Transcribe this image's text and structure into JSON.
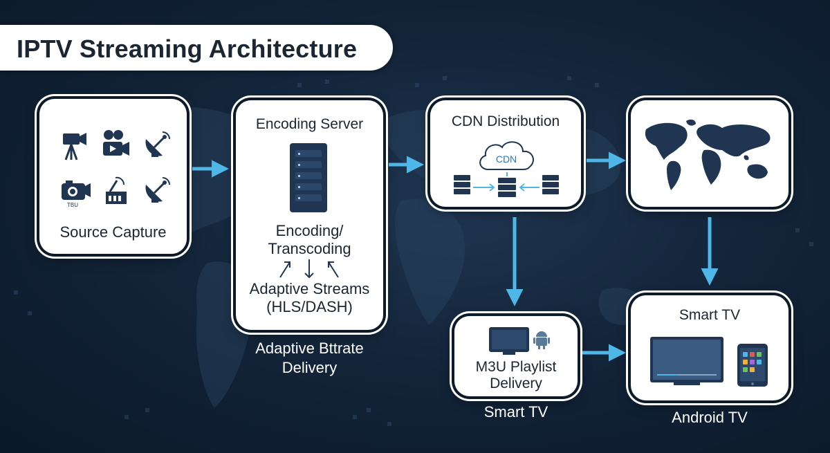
{
  "title": "IPTV Streaming Architecture",
  "source": {
    "label": "Source Capture",
    "small_cam_text": "TBU"
  },
  "encoding": {
    "title": "Encoding Server",
    "process": "Encoding/\nTranscoding",
    "streams": "Adaptive Streams\n(HLS/DASH)",
    "below_label": "Adaptive Bttrate\nDelivery"
  },
  "cdn": {
    "title": "CDN Distribution",
    "cloud_label": "CDN"
  },
  "m3u": {
    "label": "M3U Playlist\nDelivery",
    "below_label": "Smart TV"
  },
  "smarttv": {
    "title": "Smart TV",
    "below_label": "Android TV"
  },
  "colors": {
    "arrow": "#4fb6e8",
    "icon": "#1f3551",
    "card_border": "#ffffff",
    "background": "#13253a"
  },
  "icons": [
    "video-camera-icon",
    "camcorder-icon",
    "satellite-dish-icon",
    "camera-icon",
    "antenna-box-icon",
    "server-rack-icon",
    "cloud-icon",
    "world-map-icon",
    "tv-icon",
    "tablet-icon",
    "android-icon"
  ]
}
